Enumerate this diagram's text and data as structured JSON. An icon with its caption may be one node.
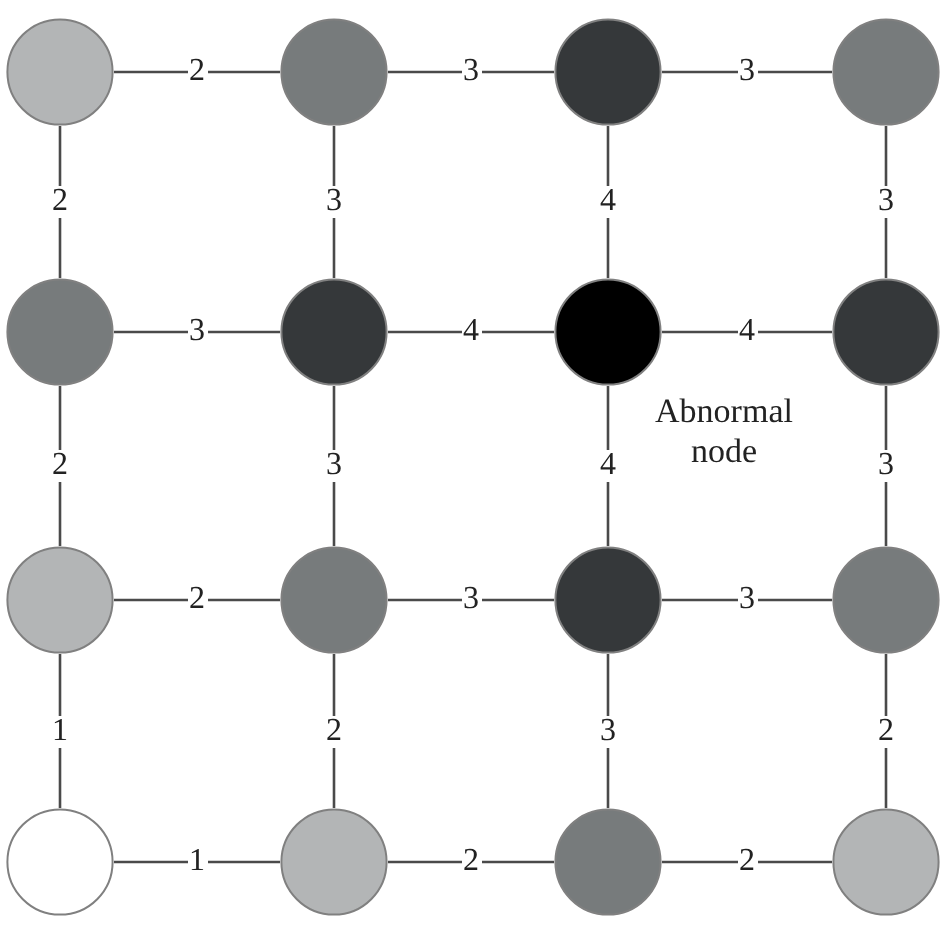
{
  "diagram": {
    "nodes": [
      {
        "text": [],
        "shape": "circle"
      },
      {
        "text": [],
        "shape": "circle"
      },
      {
        "text": [],
        "shape": "circle"
      },
      {
        "text": [],
        "shape": "circle"
      },
      {
        "text": [],
        "shape": "circle"
      },
      {
        "text": [],
        "shape": "circle"
      },
      {
        "text": [],
        "shape": "circle",
        "beside": [
          "Abnormal node"
        ]
      },
      {
        "text": [],
        "shape": "circle"
      },
      {
        "text": [],
        "shape": "circle"
      },
      {
        "text": [],
        "shape": "circle"
      },
      {
        "text": [],
        "shape": "circle"
      },
      {
        "text": [],
        "shape": "circle"
      },
      {
        "text": [],
        "shape": "circle"
      },
      {
        "text": [],
        "shape": "circle"
      },
      {
        "text": [],
        "shape": "circle"
      },
      {
        "text": [],
        "shape": "circle"
      }
    ],
    "edges": [
      {
        "from": 0,
        "to": 1,
        "arrow": "none",
        "label": "2"
      },
      {
        "from": 1,
        "to": 2,
        "arrow": "none",
        "label": "3"
      },
      {
        "from": 2,
        "to": 3,
        "arrow": "none",
        "label": "3"
      },
      {
        "from": 0,
        "to": 4,
        "arrow": "none",
        "label": "2"
      },
      {
        "from": 1,
        "to": 5,
        "arrow": "none",
        "label": "3"
      },
      {
        "from": 2,
        "to": 6,
        "arrow": "none",
        "label": "4"
      },
      {
        "from": 3,
        "to": 7,
        "arrow": "none",
        "label": "3"
      },
      {
        "from": 4,
        "to": 5,
        "arrow": "none",
        "label": "3"
      },
      {
        "from": 5,
        "to": 6,
        "arrow": "none",
        "label": "4"
      },
      {
        "from": 6,
        "to": 7,
        "arrow": "none",
        "label": "4"
      },
      {
        "from": 4,
        "to": 8,
        "arrow": "none",
        "label": "2"
      },
      {
        "from": 5,
        "to": 9,
        "arrow": "none",
        "label": "3"
      },
      {
        "from": 6,
        "to": 10,
        "arrow": "none",
        "label": "4"
      },
      {
        "from": 7,
        "to": 11,
        "arrow": "none",
        "label": "3"
      },
      {
        "from": 8,
        "to": 9,
        "arrow": "none",
        "label": "2"
      },
      {
        "from": 9,
        "to": 10,
        "arrow": "none",
        "label": "3"
      },
      {
        "from": 10,
        "to": 11,
        "arrow": "none",
        "label": "3"
      },
      {
        "from": 8,
        "to": 12,
        "arrow": "none",
        "label": "1"
      },
      {
        "from": 9,
        "to": 13,
        "arrow": "none",
        "label": "2"
      },
      {
        "from": 10,
        "to": 14,
        "arrow": "none",
        "label": "3"
      },
      {
        "from": 11,
        "to": 15,
        "arrow": "none",
        "label": "2"
      },
      {
        "from": 12,
        "to": 13,
        "arrow": "none",
        "label": "1"
      },
      {
        "from": 13,
        "to": 14,
        "arrow": "none",
        "label": "2"
      },
      {
        "from": 14,
        "to": 15,
        "arrow": "none",
        "label": "2"
      }
    ]
  }
}
